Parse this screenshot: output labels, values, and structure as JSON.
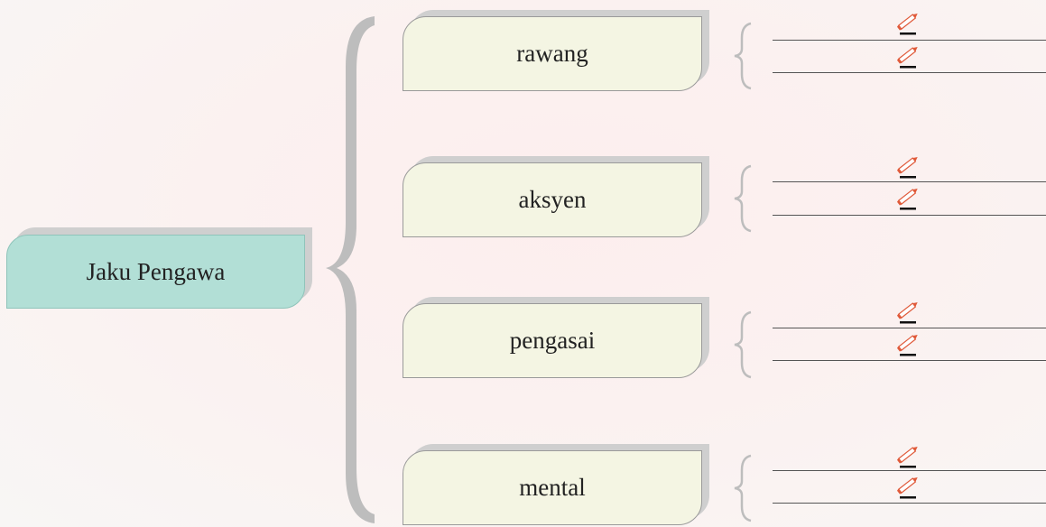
{
  "diagram": {
    "main_topic": "Jaku Pengawa",
    "branches": [
      {
        "label": "rawang"
      },
      {
        "label": "aksyen"
      },
      {
        "label": "pengasai"
      },
      {
        "label": "mental"
      }
    ]
  },
  "icons": {
    "brace": "curly-brace",
    "pencil": "pencil-icon"
  },
  "colors": {
    "main_node_fill": "#b2dfd6",
    "branch_fill": "#f4f5e3",
    "brace": "#bdbdbd",
    "pencil_accent": "#e05a3a"
  }
}
